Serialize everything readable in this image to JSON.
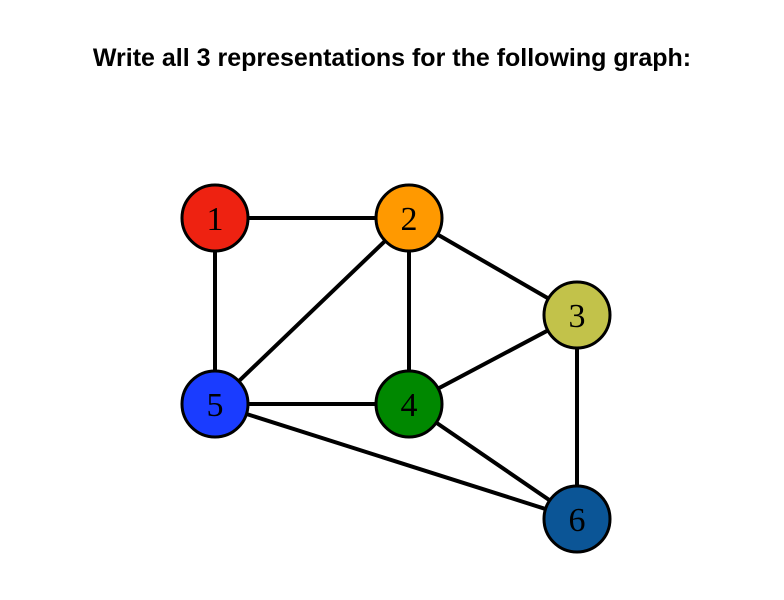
{
  "title": "Write all 3 representations for the following graph:",
  "graph": {
    "nodes": [
      {
        "id": "1",
        "label": "1",
        "color": "#ee2211"
      },
      {
        "id": "2",
        "label": "2",
        "color": "#ff9900"
      },
      {
        "id": "3",
        "label": "3",
        "color": "#c2c24a"
      },
      {
        "id": "4",
        "label": "4",
        "color": "#008800"
      },
      {
        "id": "5",
        "label": "5",
        "color": "#1a3cff"
      },
      {
        "id": "6",
        "label": "6",
        "color": "#0b5596"
      }
    ],
    "edges": [
      [
        "1",
        "2"
      ],
      [
        "1",
        "5"
      ],
      [
        "2",
        "3"
      ],
      [
        "2",
        "4"
      ],
      [
        "2",
        "5"
      ],
      [
        "3",
        "4"
      ],
      [
        "3",
        "6"
      ],
      [
        "4",
        "5"
      ],
      [
        "4",
        "6"
      ],
      [
        "5",
        "6"
      ]
    ],
    "edge_color": "#000000"
  }
}
